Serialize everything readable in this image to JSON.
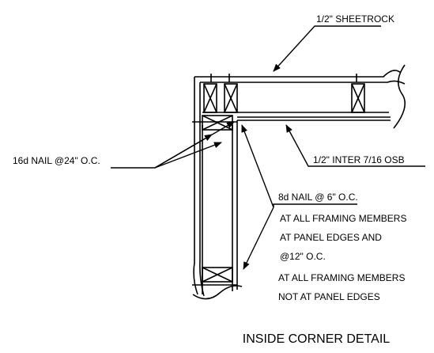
{
  "labels": {
    "sheetrock": "1/2\" SHEETROCK",
    "nail_16d": "16d NAIL @24\" O.C.",
    "osb": "1/2\" INTER 7/16 OSB",
    "nail_8d": "8d NAIL @ 6\" O.C.",
    "line1": "AT ALL FRAMING MEMBERS",
    "line2": "AT PANEL EDGES AND",
    "line3": "@12\" O.C.",
    "line4": "AT ALL FRAMING MEMBERS",
    "line5": "NOT AT PANEL EDGES"
  },
  "title": "INSIDE CORNER DETAIL"
}
